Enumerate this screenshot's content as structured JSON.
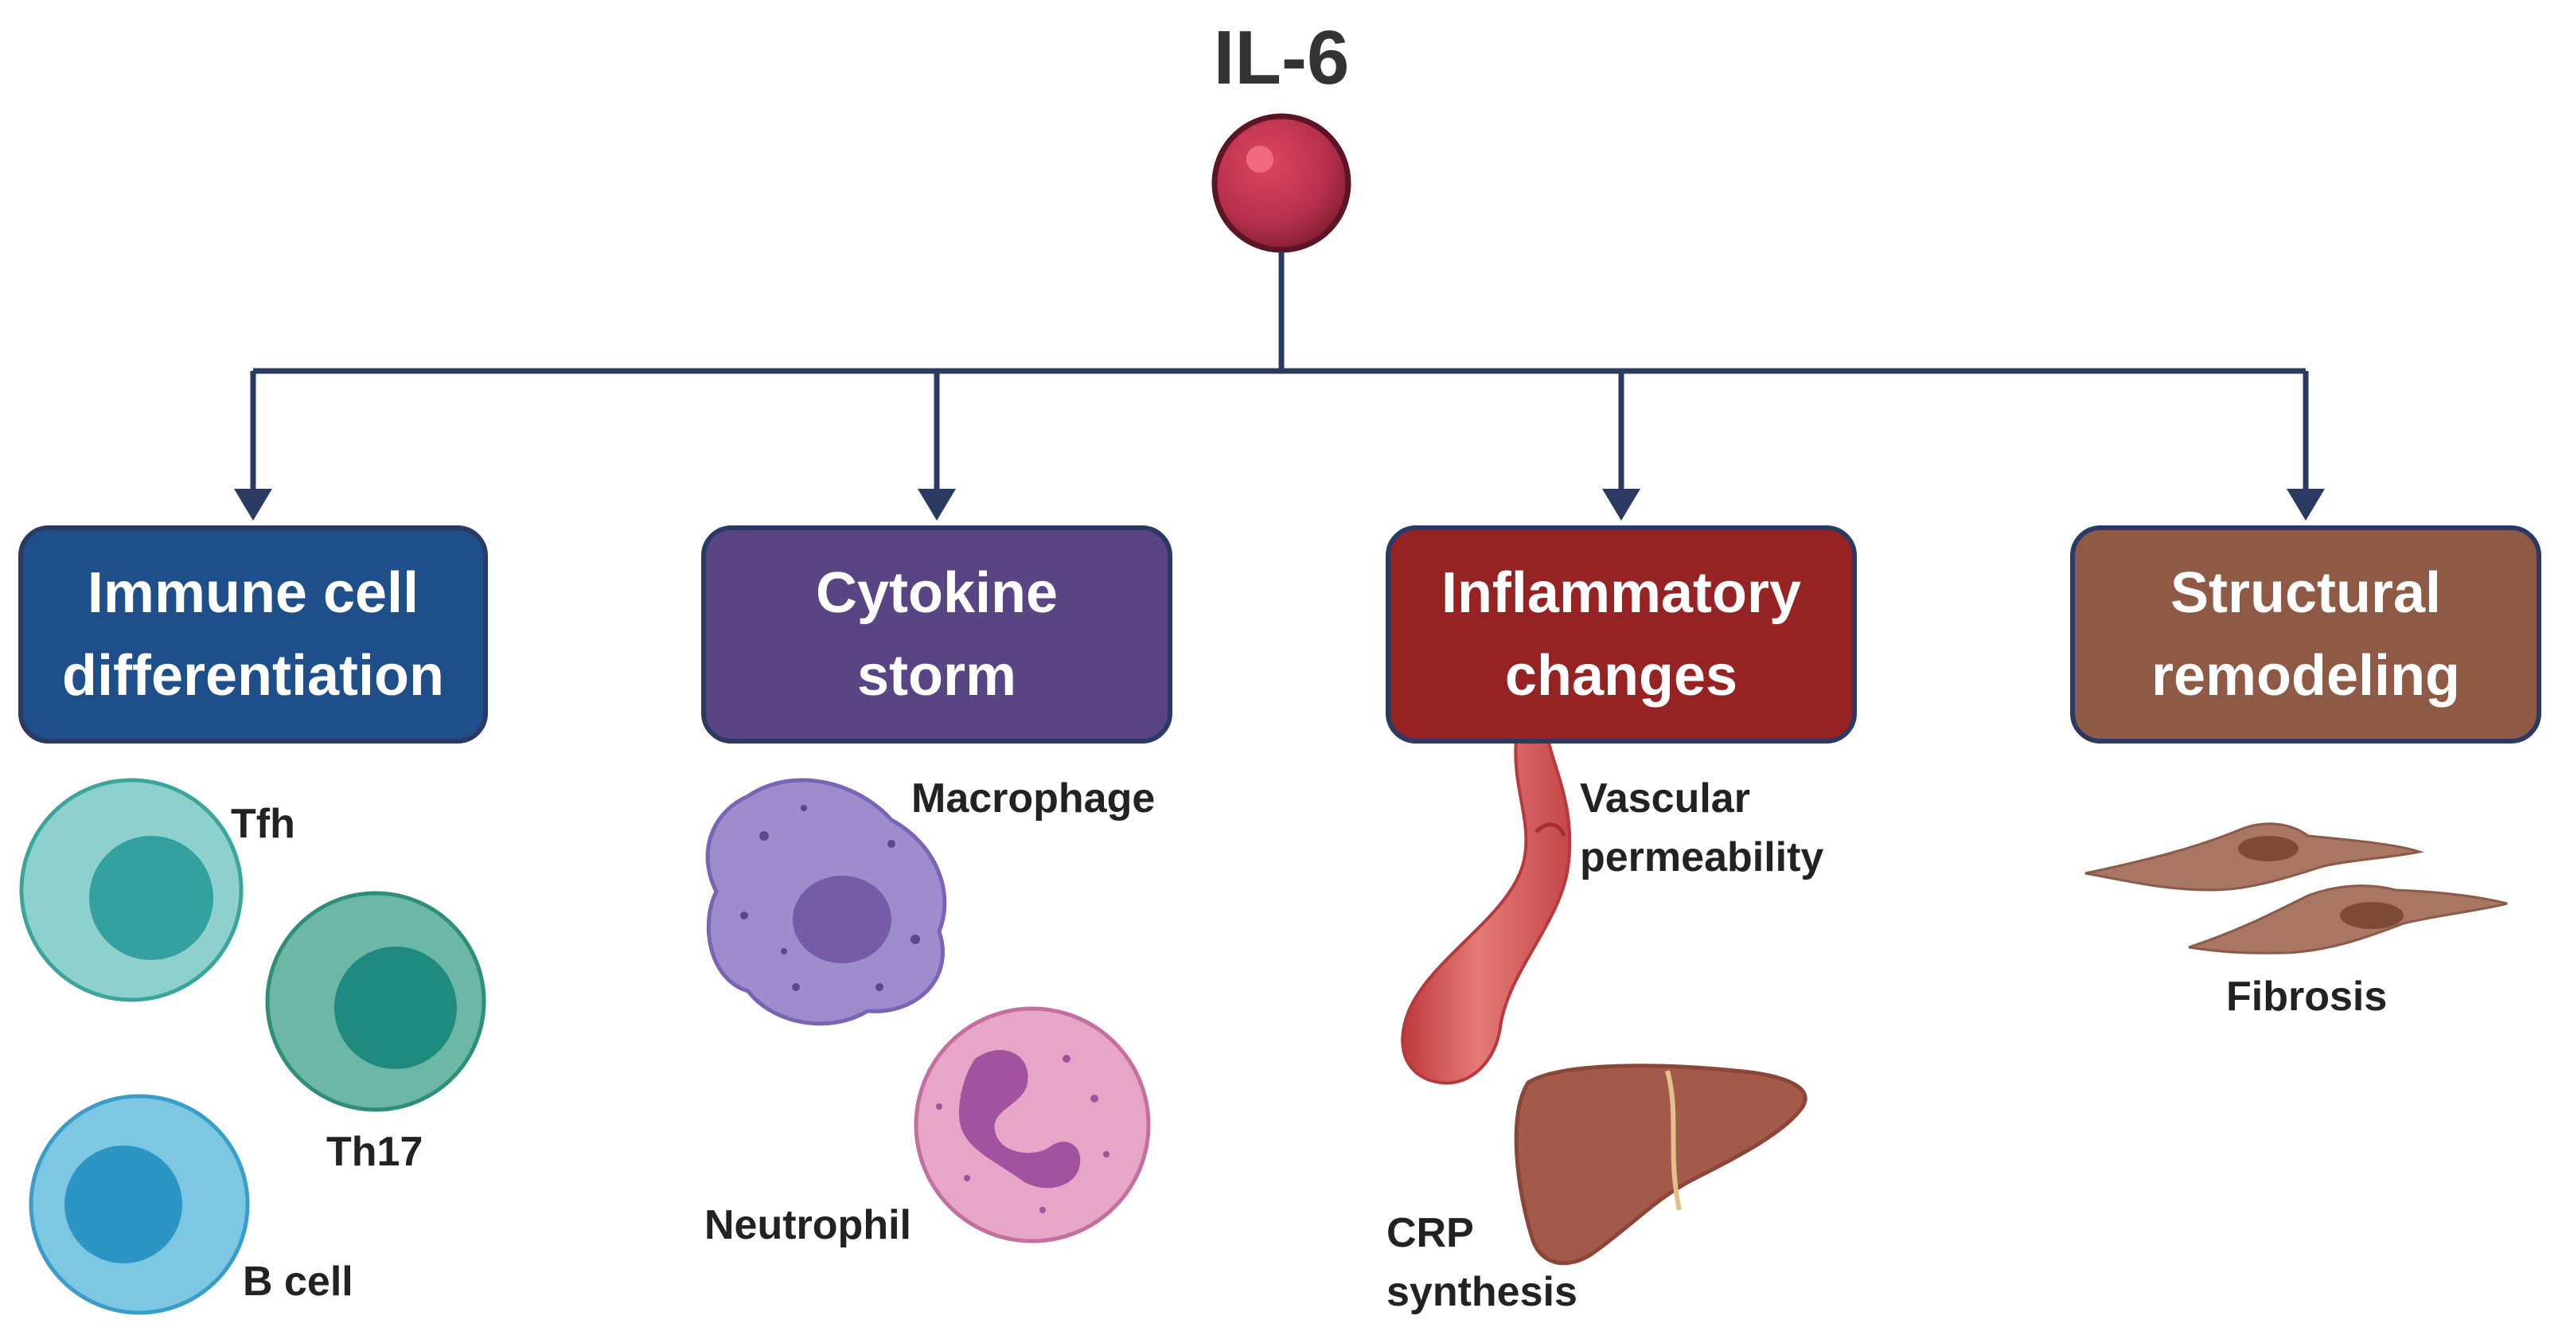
{
  "title": "IL-6",
  "categories": [
    {
      "label": "Immune cell\ndifferentiation",
      "color": "#1e4f8a"
    },
    {
      "label": "Cytokine\nstorm",
      "color": "#5a4584"
    },
    {
      "label": "Inflammatory\nchanges",
      "color": "#962324"
    },
    {
      "label": "Structural\nremodeling",
      "color": "#8f5a45"
    }
  ],
  "labels": {
    "tfh": "Tfh",
    "th17": "Th17",
    "bcell": "B cell",
    "macrophage": "Macrophage",
    "neutrophil": "Neutrophil",
    "vascular": "Vascular\npermeability",
    "crp": "CRP\nsynthesis",
    "fibrosis": "Fibrosis"
  },
  "colors": {
    "connector": "#2b3a63",
    "il6_ball": "#b5304d",
    "tfh_cell": "#8ed1cc",
    "th17_cell": "#6cb7a6",
    "bcell_cell": "#7ec7e3",
    "macrophage": "#9e8ccd",
    "neutrophil": "#e7a6c8",
    "vessel": "#d95b5b",
    "liver": "#a45a4a",
    "fibroblast": "#a87662"
  }
}
